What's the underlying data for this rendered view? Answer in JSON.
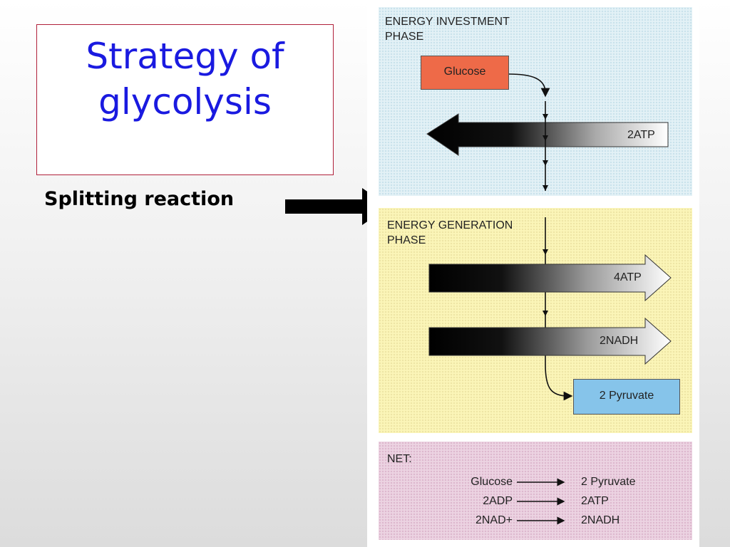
{
  "slide": {
    "title_line1": "Strategy of",
    "title_line2": "glycolysis",
    "pointer_label": "Splitting reaction"
  },
  "figure": {
    "investment_phase": {
      "line1": "ENERGY INVESTMENT",
      "line2": "PHASE"
    },
    "generation_phase": {
      "line1": "ENERGY GENERATION",
      "line2": "PHASE"
    },
    "glucose": "Glucose",
    "invest_arrow": "2ATP",
    "gen_arrow_1": "4ATP",
    "gen_arrow_2": "2NADH",
    "pyruvate": "2 Pyruvate",
    "net": {
      "label": "NET:",
      "rows": [
        {
          "from": "Glucose",
          "to": "2 Pyruvate"
        },
        {
          "from": "2ADP",
          "to": "2ATP"
        },
        {
          "from": "2NAD+",
          "to": "2NADH"
        }
      ]
    }
  },
  "colors": {
    "title": "#1a1ae0",
    "title_border": "#b0203a",
    "invest_panel": "#e3f1f6",
    "gen_panel": "#fbf5b8",
    "net_panel": "#ecd3e2",
    "glucose_box": "#ee6a48",
    "pyruvate_box": "#86c4ea"
  }
}
